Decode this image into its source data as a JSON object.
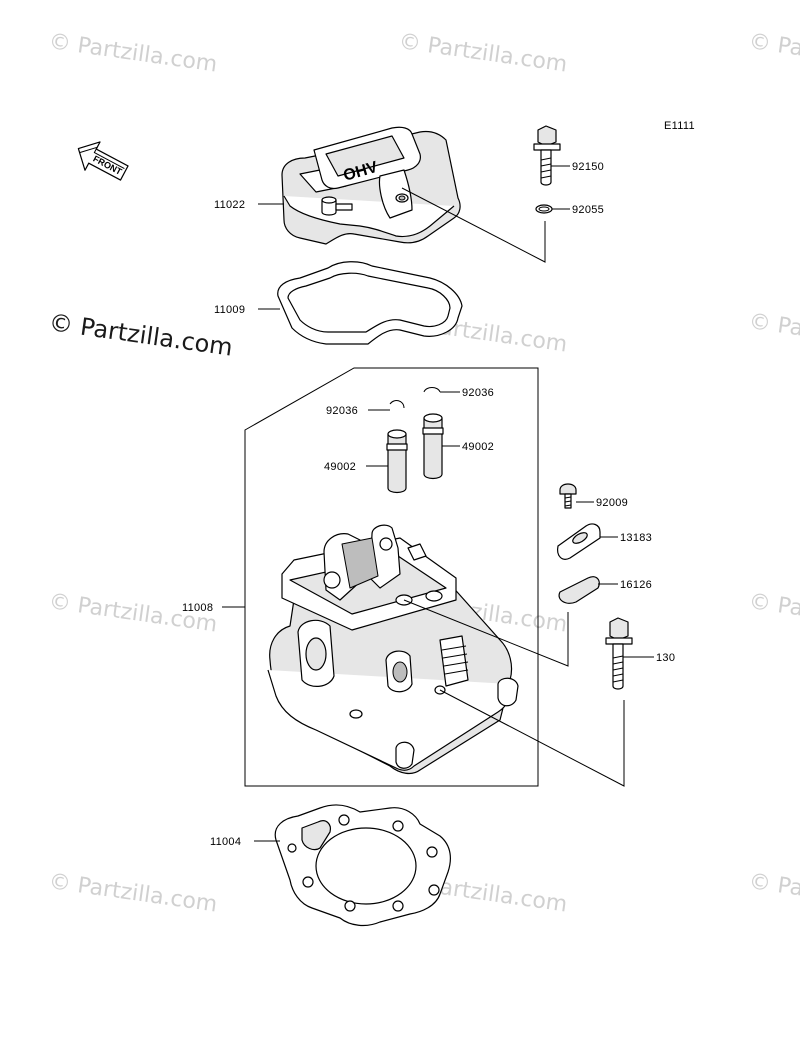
{
  "diagram_code": "E1111",
  "watermark": "© Partzilla.com",
  "front_arrow_label": "FRONT",
  "cover_lettering": "OHV",
  "parts": {
    "p11022": "11022",
    "p11009": "11009",
    "p11008": "11008",
    "p11004": "11004",
    "p92150": "92150",
    "p92055": "92055",
    "p92036a": "92036",
    "p92036b": "92036",
    "p49002a": "49002",
    "p49002b": "49002",
    "p92009": "92009",
    "p13183": "13183",
    "p16126": "16126",
    "p130": "130"
  }
}
